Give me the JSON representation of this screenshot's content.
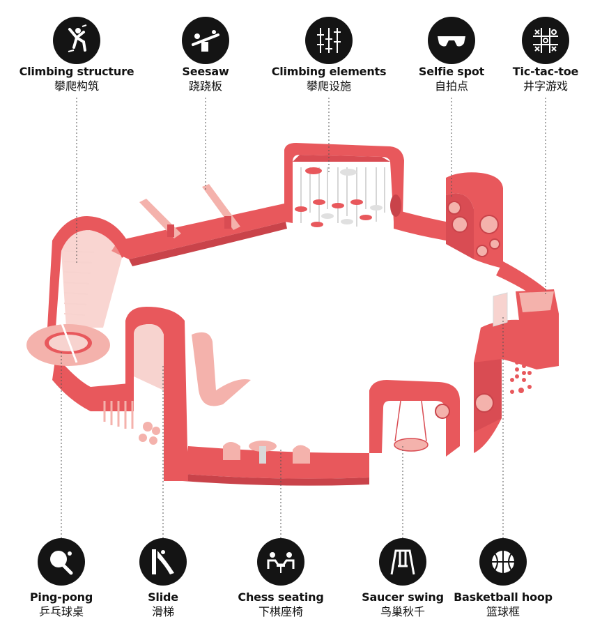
{
  "colors": {
    "band": "#e8585c",
    "band_dark": "#c9434a",
    "band_inner": "#d94c53",
    "pink": "#f4b2ac",
    "pale": "#f7d3cf",
    "ink": "#141414"
  },
  "features": [
    {
      "id": "climbing-structure",
      "en": "Climbing structure",
      "zh": "攀爬构筑",
      "icon": "climber-icon"
    },
    {
      "id": "seesaw",
      "en": "Seesaw",
      "zh": "跷跷板",
      "icon": "seesaw-icon"
    },
    {
      "id": "climbing-elements",
      "en": "Climbing elements",
      "zh": "攀爬设施",
      "icon": "climbing-poles-icon"
    },
    {
      "id": "selfie-spot",
      "en": "Selfie spot",
      "zh": "自拍点",
      "icon": "sunglasses-icon"
    },
    {
      "id": "tic-tac-toe",
      "en": "Tic-tac-toe",
      "zh": "井字游戏",
      "icon": "tic-tac-toe-icon"
    },
    {
      "id": "ping-pong",
      "en": "Ping-pong",
      "zh": "乒乓球桌",
      "icon": "ping-pong-icon"
    },
    {
      "id": "slide",
      "en": "Slide",
      "zh": "滑梯",
      "icon": "slide-icon"
    },
    {
      "id": "chess-seating",
      "en": "Chess seating",
      "zh": "下棋座椅",
      "icon": "chess-players-icon"
    },
    {
      "id": "saucer-swing",
      "en": "Saucer swing",
      "zh": "鸟巢秋千",
      "icon": "swing-icon"
    },
    {
      "id": "basketball-hoop",
      "en": "Basketball hoop",
      "zh": "篮球框",
      "icon": "basketball-icon"
    }
  ]
}
